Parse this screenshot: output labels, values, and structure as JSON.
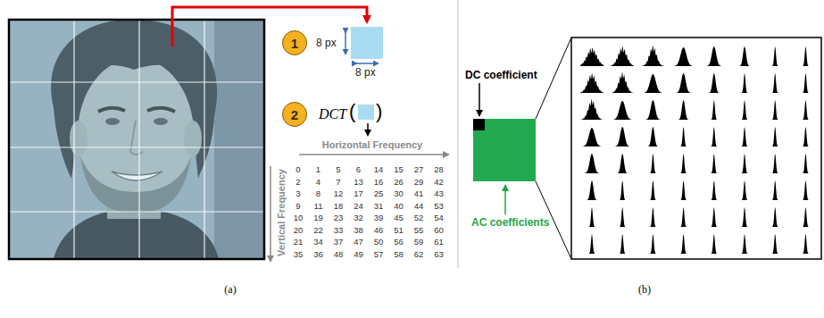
{
  "diagram": {
    "nodes": [
      {
        "text": [
          "1"
        ]
      },
      {
        "text": [
          "2"
        ]
      }
    ],
    "labels": [
      "8 px",
      "8 px",
      "DCT",
      "(",
      ")",
      "Horizontal Frequency",
      "Vertical Frequency",
      "0",
      "1",
      "5",
      "6",
      "14",
      "15",
      "27",
      "28",
      "2",
      "4",
      "7",
      "13",
      "16",
      "26",
      "29",
      "42",
      "3",
      "8",
      "12",
      "17",
      "25",
      "30",
      "41",
      "43",
      "9",
      "11",
      "18",
      "24",
      "31",
      "40",
      "44",
      "53",
      "10",
      "19",
      "23",
      "32",
      "39",
      "45",
      "52",
      "54",
      "20",
      "22",
      "33",
      "38",
      "46",
      "51",
      "55",
      "60",
      "21",
      "34",
      "37",
      "47",
      "50",
      "56",
      "59",
      "61",
      "35",
      "36",
      "48",
      "49",
      "57",
      "58",
      "62",
      "63",
      "DC coefficient",
      "AC coefficients",
      "(a)",
      "(b)"
    ]
  }
}
